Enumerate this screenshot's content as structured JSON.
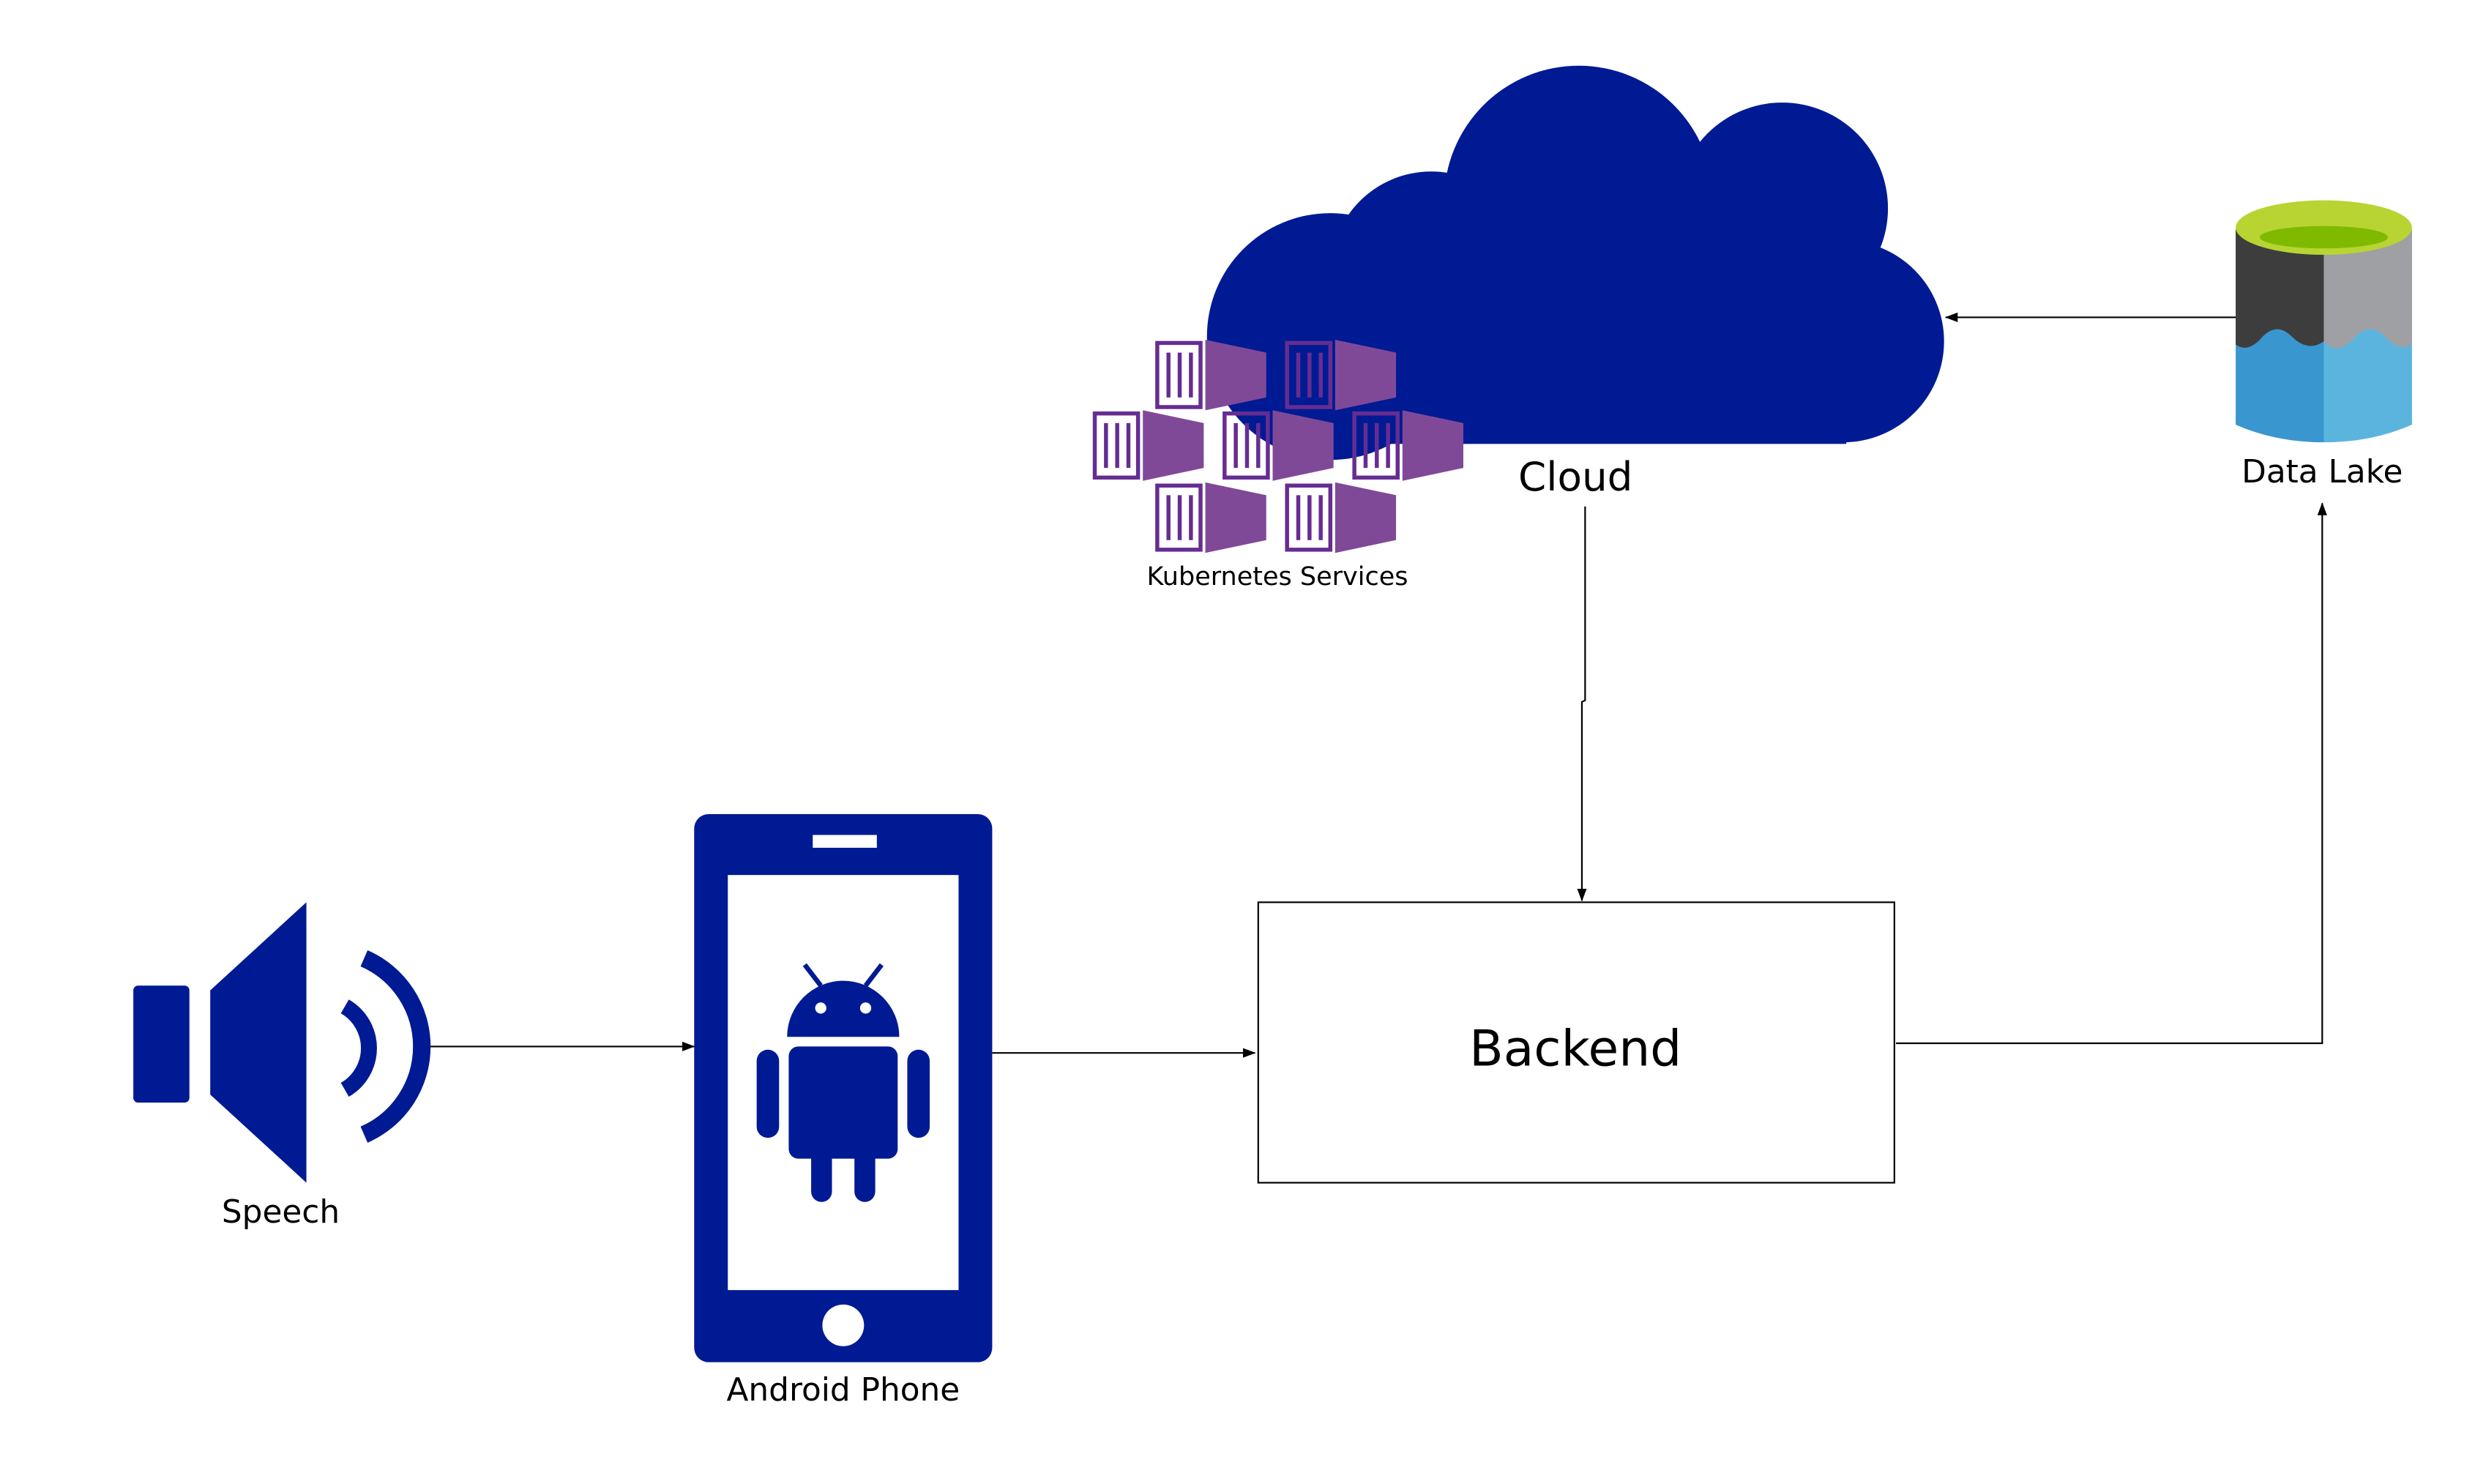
{
  "nodes": {
    "speech": {
      "label": "Speech",
      "icon": "speaker-icon"
    },
    "phone": {
      "label": "Android Phone",
      "icon": "android-phone-icon"
    },
    "backend": {
      "label": "Backend"
    },
    "cloud": {
      "label": "Cloud",
      "icon": "cloud-icon"
    },
    "kubernetes": {
      "label": "Kubernetes Services",
      "icon": "kubernetes-services-icon"
    },
    "datalake": {
      "label": "Data Lake",
      "icon": "data-lake-icon"
    }
  },
  "edges": [
    {
      "from": "speech",
      "to": "phone"
    },
    {
      "from": "phone",
      "to": "backend"
    },
    {
      "from": "cloud",
      "to": "backend"
    },
    {
      "from": "backend",
      "to": "datalake"
    },
    {
      "from": "datalake",
      "to": "cloud"
    }
  ],
  "colors": {
    "icon_blue": "#001A94",
    "kubernetes_purple": "#804998",
    "kubernetes_outline": "#662D91",
    "lake_dark_gray": "#3D3D3D",
    "lake_light_gray": "#9FA0A3",
    "lake_blue": "#3A96CF",
    "lake_light_blue": "#5BB4DE",
    "lake_green_top": "#B8D432",
    "lake_green_inner": "#7FBA00",
    "line": "#000000"
  }
}
